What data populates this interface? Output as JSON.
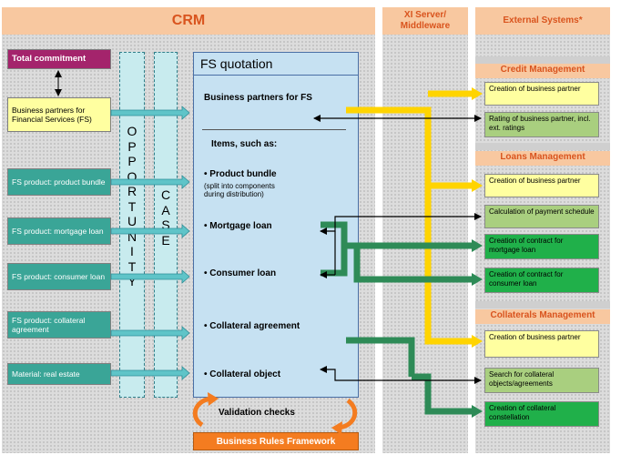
{
  "headers": {
    "crm": "CRM",
    "xi": "XI Server/ Middleware",
    "external": "External Systems*"
  },
  "left_boxes": {
    "total_commitment": "Total commitment",
    "business_partners": "Business partners for Financial Services (FS)",
    "product_bundle": "FS product: product bundle",
    "mortgage_loan": "FS product: mortgage loan",
    "consumer_loan": "FS product: consumer loan",
    "collateral_agreement": "FS product: collateral agreement",
    "real_estate": "Material: real estate"
  },
  "columns": {
    "opportunity": [
      "O",
      "P",
      "P",
      "O",
      "R",
      "T",
      "U",
      "N",
      "I",
      "T",
      "Y"
    ],
    "case": [
      "C",
      "A",
      "S",
      "E"
    ]
  },
  "fs_quotation": {
    "title": "FS quotation",
    "business_partners": "Business partners for FS",
    "items_header": "Items, such as:",
    "product_bundle": "• Product bundle",
    "product_bundle_note": "(split into components during distribution)",
    "mortgage_loan": "• Mortgage loan",
    "consumer_loan": "• Consumer loan",
    "collateral_agreement": "• Collateral agreement",
    "collateral_object": "• Collateral object"
  },
  "validation_checks": "Validation checks",
  "business_rules": "Business Rules Framework",
  "right": {
    "credit_management": "Credit Management",
    "cm_creation": "Creation of business partner",
    "cm_rating": "Rating of business partner, incl. ext. ratings",
    "loans_management": "Loans Management",
    "lm_creation": "Creation of business partner",
    "lm_calculation": "Calculation of payment schedule",
    "lm_contract_mortgage": "Creation of contract for mortgage loan",
    "lm_contract_consumer": "Creation of contract for consumer loan",
    "collaterals_management": "Collaterals Management",
    "col_creation": "Creation of business partner",
    "col_search": "Search for collateral objects/agreements",
    "col_constellation": "Creation of collateral constellation"
  },
  "colors": {
    "teal": "#3aa597",
    "yellow_flow": "#ffd400",
    "green_flow": "#2e8b57",
    "header_bg": "#f8c8a0",
    "header_text": "#d9541e"
  }
}
